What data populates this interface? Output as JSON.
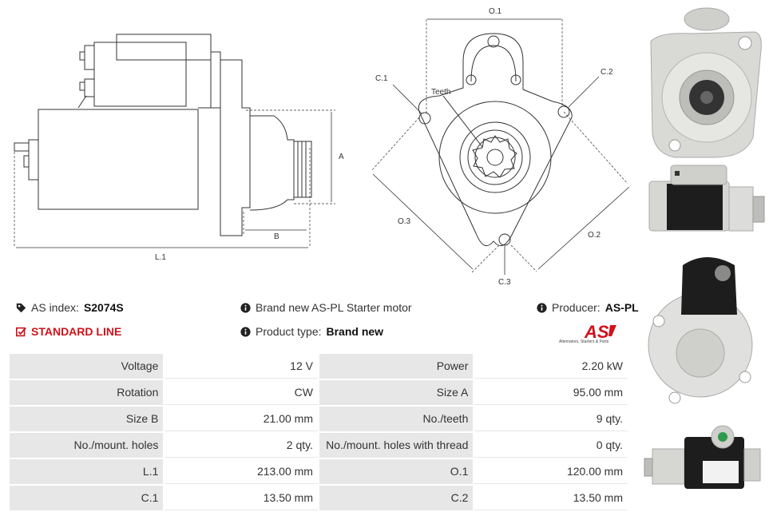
{
  "drawing_side": {
    "dim_a": "A",
    "dim_b": "B",
    "dim_l1": "L.1"
  },
  "drawing_front": {
    "dim_o1": "O.1",
    "dim_o2": "O.2",
    "dim_o3": "O.3",
    "dim_c1": "C.1",
    "dim_c2": "C.2",
    "dim_c3": "C.3",
    "teeth": "Teeth"
  },
  "info": {
    "as_index_label": "AS index:",
    "as_index_value": "S2074S",
    "standard_line": "STANDARD LINE",
    "brand_text": "Brand new AS-PL Starter motor",
    "product_type_label": "Product type:",
    "product_type_value": "Brand new",
    "producer_label": "Producer:",
    "producer_value": "AS-PL"
  },
  "logo": {
    "text": "AS",
    "tagline": "Alternators, Starters & Parts",
    "accent": "#d0121b"
  },
  "specs": [
    {
      "k1": "Voltage",
      "v1": "12 V",
      "k2": "Power",
      "v2": "2.20 kW"
    },
    {
      "k1": "Rotation",
      "v1": "CW",
      "k2": "Size A",
      "v2": "95.00 mm"
    },
    {
      "k1": "Size B",
      "v1": "21.00 mm",
      "k2": "No./teeth",
      "v2": "9 qty."
    },
    {
      "k1": "No./mount. holes",
      "v1": "2 qty.",
      "k2": "No./mount. holes with thread",
      "v2": "0 qty."
    },
    {
      "k1": "L.1",
      "v1": "213.00 mm",
      "k2": "O.1",
      "v2": "120.00 mm"
    },
    {
      "k1": "C.1",
      "v1": "13.50 mm",
      "k2": "C.2",
      "v2": "13.50 mm"
    }
  ]
}
